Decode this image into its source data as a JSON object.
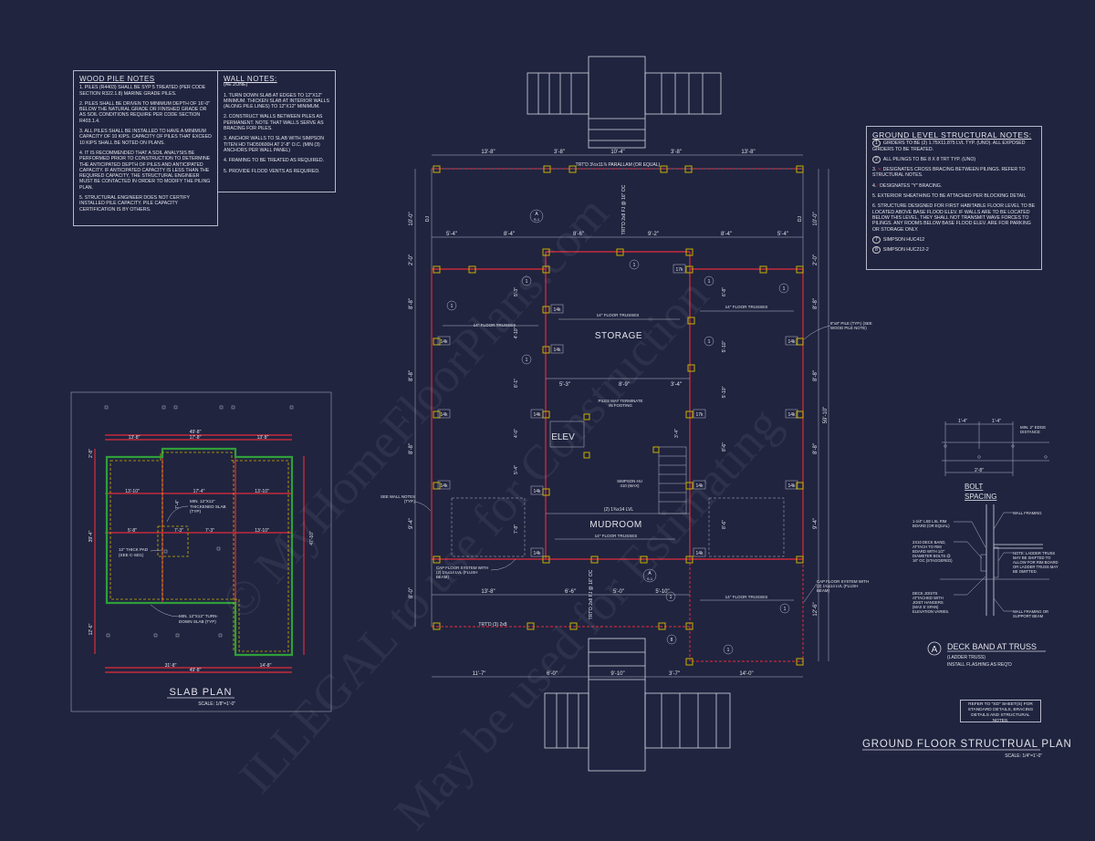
{
  "wood_pile_notes": {
    "title": "WOOD PILE NOTES",
    "items": [
      "1. PILES (R4403) SHALL BE SYP 5 TREATED (PER CODE SECTION R322.1.8) MARINE GRADE PILES.",
      "2. PILES SHALL BE DRIVEN TO MINIMUM DEPTH OF 16'-0\" BELOW THE NATURAL GRADE OR FINISHED GRADE OR AS SOIL CONDITIONS REQUIRE PER CODE SECTION R403.1.4.",
      "3. ALL PILES SHALL BE INSTALLED TO HAVE A MINIMUM CAPACITY OF 10 KIPS. CAPACITY OF PILES THAT EXCEED 10 KIPS SHALL BE NOTED ON PLANS.",
      "4. IT IS RECOMMENDED THAT A SOIL ANALYSIS BE PERFORMED PRIOR TO CONSTRUCTION TO DETERMINE THE ANTICIPATED DEPTH OF PILES AND ANTICIPATED CAPACITY. IF ANTICIPATED CAPACITY IS LESS THAN THE REQUIRED CAPACITY, THE STRUCTURAL ENGINEER MUST BE CONTACTED IN ORDER TO MODIFY THE PILING PLAN.",
      "5. STRUCTURAL ENGINEER DOES NOT CERTIFY INSTALLED PILE CAPACITY. PILE CAPACITY CERTIFICATION IS BY OTHERS."
    ]
  },
  "wall_notes": {
    "title": "WALL NOTES:",
    "subtitle": "(AE ZONE)",
    "items": [
      "1. TURN DOWN SLAB AT EDGES TO 12\"x12\" MINIMUM. THICKEN SLAB AT INTERIOR WALLS (ALONG PILE LINES) TO 12\"x12\" MINIMUM.",
      "2. CONSTRUCT WALLS BETWEEN PILES AS PERMANENT. NOTE THAT WALLS SERVE AS BRACING FOR PILES.",
      "3. ANCHOR WALLS TO SLAB WITH SIMPSON TITEN HD THD50600H AT 2'-8\" O.C. (MIN (3) ANCHORS PER WALL PANEL)",
      "4. FRAMING TO BE TREATED AS REQUIRED.",
      "5. PROVIDE FLOOD VENTS AS REQUIRED."
    ]
  },
  "structural_notes": {
    "title": "GROUND LEVEL STRUCTURAL NOTES:",
    "items": [
      {
        "num": "1",
        "text": "GIRDERS TO BE (2) 1.75x11.875 LVL TYP. (UNO). ALL EXPOSED GIRDERS TO BE TREATED."
      },
      {
        "num": "2",
        "text": "ALL PILINGS TO BE 8 x 8 TRT TYP. (UNO)"
      },
      {
        "num": "3.",
        "text": "DESIGNATES CROSS BRACING BETWEEN PILINGS. REFER TO STRUCTURAL NOTES."
      },
      {
        "num": "4.",
        "text": "DESIGNATES \"Y\" BRACING."
      },
      {
        "num": "5.",
        "text": "EXTERIOR SHEATHING TO BE ATTACHED PER BLOCKING DETAIL"
      },
      {
        "num": "6.",
        "text": "STRUCTURE DESIGNED FOR FIRST HABITABLE FLOOR LEVEL TO BE LOCATED ABOVE BASE FLOOD ELEV. IF WALLS ARE TO BE LOCATED BELOW THIS LEVEL, THEY SHALL NOT TRANSMIT WAVE FORCES TO PILINGS. ANY ROOMS BELOW BASE FLOOD ELEV. ARE FOR PARKING OR STORAGE ONLY."
      },
      {
        "num": "7",
        "text": "SIMPSON HUC412"
      },
      {
        "num": "8",
        "text": "SIMPSON HUC212-2"
      }
    ]
  },
  "main_plan": {
    "title": "GROUND FLOOR STRUCTRUAL PLAN",
    "scale": "SCALE: 1/4\"=1'-0\"",
    "rooms": {
      "storage": "STORAGE",
      "elev": "ELEV",
      "mudroom": "MUDROOM"
    },
    "dims_top": [
      "13'-8\"",
      "3'-8\"",
      "10'-4\"",
      "3'-8\"",
      "13'-8\""
    ],
    "dims_second": [
      "5'-4\"",
      "8'-4\"",
      "8'-6\"",
      "9'-2\"",
      "8'-4\"",
      "5'-4\""
    ],
    "dims_bottom": [
      "11'-7\"",
      "6'-0\"",
      "9'-10\"",
      "3'-7\"",
      "14'-0\""
    ],
    "dims_inner_bottom": [
      "13'-8\"",
      "6'-6\"",
      "5'-0\"",
      "5'-10\""
    ],
    "dims_inner_mid": [
      "5'-3\"",
      "8'-9\"",
      "3'-4\""
    ],
    "dims_left": [
      "10'-0\"",
      "2'-0\"",
      "8'-8\"",
      "8'-8\"",
      "8'-8\"",
      "9'-4\"",
      "8'-0\""
    ],
    "dims_right": [
      "10'-0\"",
      "2'-0\"",
      "8'-8\"",
      "8'-8\"",
      "8'-8\"",
      "9'-4\"",
      "12'-6\""
    ],
    "dim_overall_right": "59'-10\"",
    "dims_interior": [
      "5'-3\"",
      "4'-10\"",
      "8'-1\"",
      "4'-0\"",
      "5'-4\"",
      "7'-8\"",
      "6'-8\"",
      "5'-10\"",
      "5'-10\"",
      "8'-6\"",
      "8'-6\"",
      "3'-4\""
    ],
    "labels": {
      "top_beam": "TRT'D 3½x11⅞ PARALLAM (OR EQUAL)",
      "bottom_beam": "TRT'D (3) 2x8",
      "joists": "TRT'D 2x8 FJ @ 16\" OC",
      "trusses": "14\" FLOOR TRUSSES",
      "piles_terminate": "PILES MAY TERMINATE IN FOOTING",
      "simpson": "SIMPSON HU 410 (MAX)",
      "lvl": "(2) 1¾x14 LVL",
      "see_wall_notes": "SEE WALL NOTES (TYP.)",
      "cap_floor": "CAP FLOOR SYSTEM WITH (2) 1¾x14 LVL (FLUSH BEAM)",
      "pile_typ": "8\"x8\" PILE (TYP.) (SEE WOOD PILE NOTE)",
      "dj": "DJ",
      "load_14k": "14k",
      "load_17k": "17k",
      "section_ref": "A",
      "section_sheet": "S-1",
      "tag_1": "1",
      "tag_8": "8"
    }
  },
  "slab_plan": {
    "title": "SLAB PLAN",
    "scale": "SCALE: 1/8\"=1'-0\"",
    "dims": [
      "49'-8\"",
      "13'-8\"",
      "17'-8\"",
      "13'-8\"",
      "13'-10\"",
      "17'-4\"",
      "13'-10\"",
      "5'-8\"",
      "7'-3\"",
      "7'-3\"",
      "13'-10\"",
      "31'-8\"",
      "14'-8\"",
      "49'-8\"",
      "39'-4\"",
      "47'-10\"",
      "2'-8\"",
      "12'-6\"",
      "7'-4\""
    ],
    "labels": {
      "thickened": "MIN. 12\"x12\" THICKENED SLAB (TYP)",
      "pad": "12\" THICK PAD (SEE C-SD1)",
      "turndown": "MIN. 12\"x12\" TURN-DOWN SLAB (TYP)"
    }
  },
  "bolt_spacing": {
    "title_1": "BOLT",
    "title_2": "SPACING",
    "dims": [
      "1'-4\"",
      "1'-4\"",
      "2'-8\""
    ],
    "edge": "MIN. 2\" EDGE DISTANCE"
  },
  "deck_band": {
    "callouts_left": [
      "1-1/4\" LSE LSL RIM BOARD (OR EQUAL)",
      "2x10 DECK BAND, ATTACH TO RIM BOARD WITH 1/2\" DIAMETER BOLTS @ 16\" OC (STAGGERED)",
      "DECK JOISTS ATTACHED WITH JOIST HANGERS (MAX 5' SPAN) ELEVATION VARIES."
    ],
    "callouts_right": [
      "WALL FRAMING",
      "NOTE: LADDER TRUSS MAY BE SHIFTED TO ALLOW FOR RIM BOARD OR LADDER TRUSS MAY BE OMITTED.",
      "WALL FRAMING OR SUPPORT BEAM"
    ],
    "marker": "A",
    "title": "DECK BAND AT TRUSS",
    "sub1": "(LADDER TRUSS)",
    "sub2": "INSTALL FLASHING AS REQ'D"
  },
  "refer_note": [
    "REFER TO \"SD\" SHEET(S) FOR",
    "STANDARD DETAILS, BRACING",
    "DETAILS AND STRUCTURAL NOTES."
  ],
  "watermark": [
    "© MyHomeFloorPlans.com",
    "ILLEGAL to use for Construction",
    "May be used for Estimating"
  ],
  "colors": {
    "background": "#20243f",
    "line": "#d6d6e0",
    "beam_red": "#c42a3c",
    "pile_yellow": "#c9b000",
    "slab_green": "#2f9e3a"
  }
}
